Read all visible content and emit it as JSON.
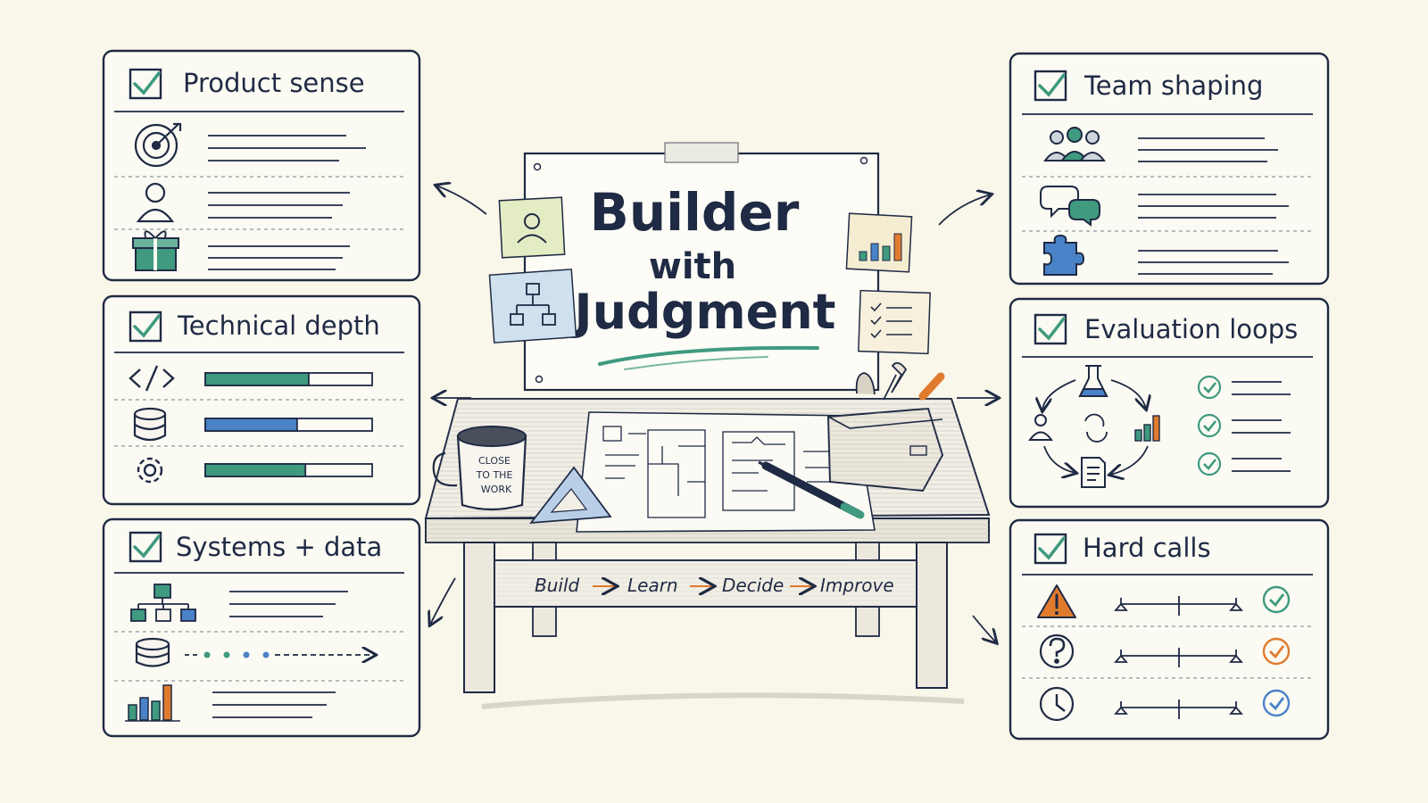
{
  "board": {
    "title_line1": "Builder",
    "title_line2": "with",
    "title_line3": "Judgment"
  },
  "mug": {
    "line1": "CLOSE",
    "line2": "TO THE",
    "line3": "WORK"
  },
  "table_flow": [
    "Build",
    "Learn",
    "Decide",
    "Improve"
  ],
  "cards": {
    "product_sense": {
      "title": "Product sense",
      "icons": [
        "target-icon",
        "user-icon",
        "gift-icon"
      ]
    },
    "technical_depth": {
      "title": "Technical depth",
      "icons": [
        "code-icon",
        "database-icon",
        "gear-icon"
      ],
      "levels": [
        0.62,
        0.55,
        0.6
      ]
    },
    "systems_data": {
      "title": "Systems + data",
      "icons": [
        "hierarchy-icon",
        "database-icon",
        "bar-chart-icon"
      ]
    },
    "team_shaping": {
      "title": "Team shaping",
      "icons": [
        "team-icon",
        "chat-bubbles-icon",
        "puzzle-icon"
      ]
    },
    "evaluation_loops": {
      "title": "Evaluation loops",
      "icons": [
        "flask-icon",
        "user-icon",
        "bar-chart-icon",
        "document-icon",
        "check-circle-icon"
      ]
    },
    "hard_calls": {
      "title": "Hard calls",
      "icons": [
        "warning-icon",
        "question-icon",
        "clock-icon",
        "check-circle-icon"
      ]
    }
  },
  "colors": {
    "ink": "#1f2a44",
    "green": "#3f9a7f",
    "blue": "#4a82c8",
    "orange": "#e07b2e",
    "paper": "#f9f6ea",
    "card": "#fbfaf3"
  }
}
